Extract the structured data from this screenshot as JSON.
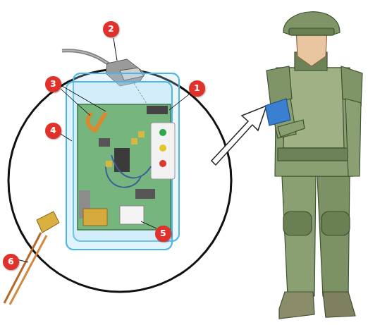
{
  "diagram": {
    "labels": [
      "2",
      "3",
      "1",
      "4",
      "5",
      "6"
    ]
  }
}
